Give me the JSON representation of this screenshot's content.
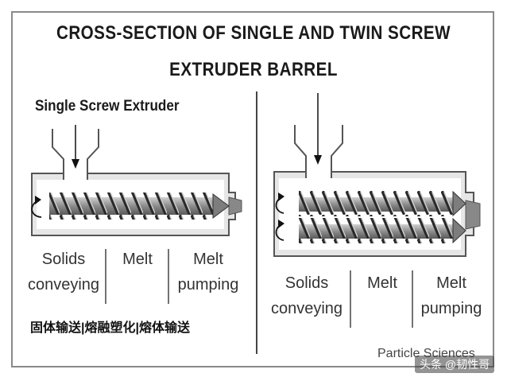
{
  "title": {
    "line1": "CROSS-SECTION OF SINGLE AND TWIN SCREW",
    "line2": "EXTRUDER BARREL"
  },
  "single": {
    "label": "Single Screw Extruder",
    "zones": [
      {
        "line1": "Solids",
        "line2": "conveying"
      },
      {
        "line1": "Melt",
        "line2": ""
      },
      {
        "line1": "Melt",
        "line2": "pumping"
      }
    ]
  },
  "twin": {
    "zones": [
      {
        "line1": "Solids",
        "line2": "conveying"
      },
      {
        "line1": "Melt",
        "line2": ""
      },
      {
        "line1": "Melt",
        "line2": "pumping"
      }
    ]
  },
  "chinese_caption": "固体输送|熔融塑化|熔体输送",
  "credit": "Particle Sciences",
  "watermark": "头条 @韧性哥",
  "colors": {
    "ink": "#1a1a1a",
    "barrel": "#e4e4e4",
    "screw": "#9a9a9a",
    "frame": "#8a8a8a"
  }
}
